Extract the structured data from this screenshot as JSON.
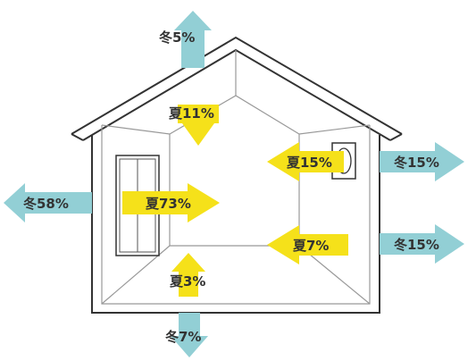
{
  "colors": {
    "winter": "#92cfd5",
    "summer": "#f5e11a",
    "line": "#333333",
    "text": "#333333"
  },
  "labels": {
    "winter_roof": "冬5%",
    "winter_left_wall": "冬58%",
    "winter_right_window": "冬15%",
    "winter_right_wall": "冬15%",
    "winter_floor": "冬7%",
    "summer_roof": "夏11%",
    "summer_window": "夏73%",
    "summer_vent": "夏15%",
    "summer_wall": "夏7%",
    "summer_floor": "夏3%"
  }
}
